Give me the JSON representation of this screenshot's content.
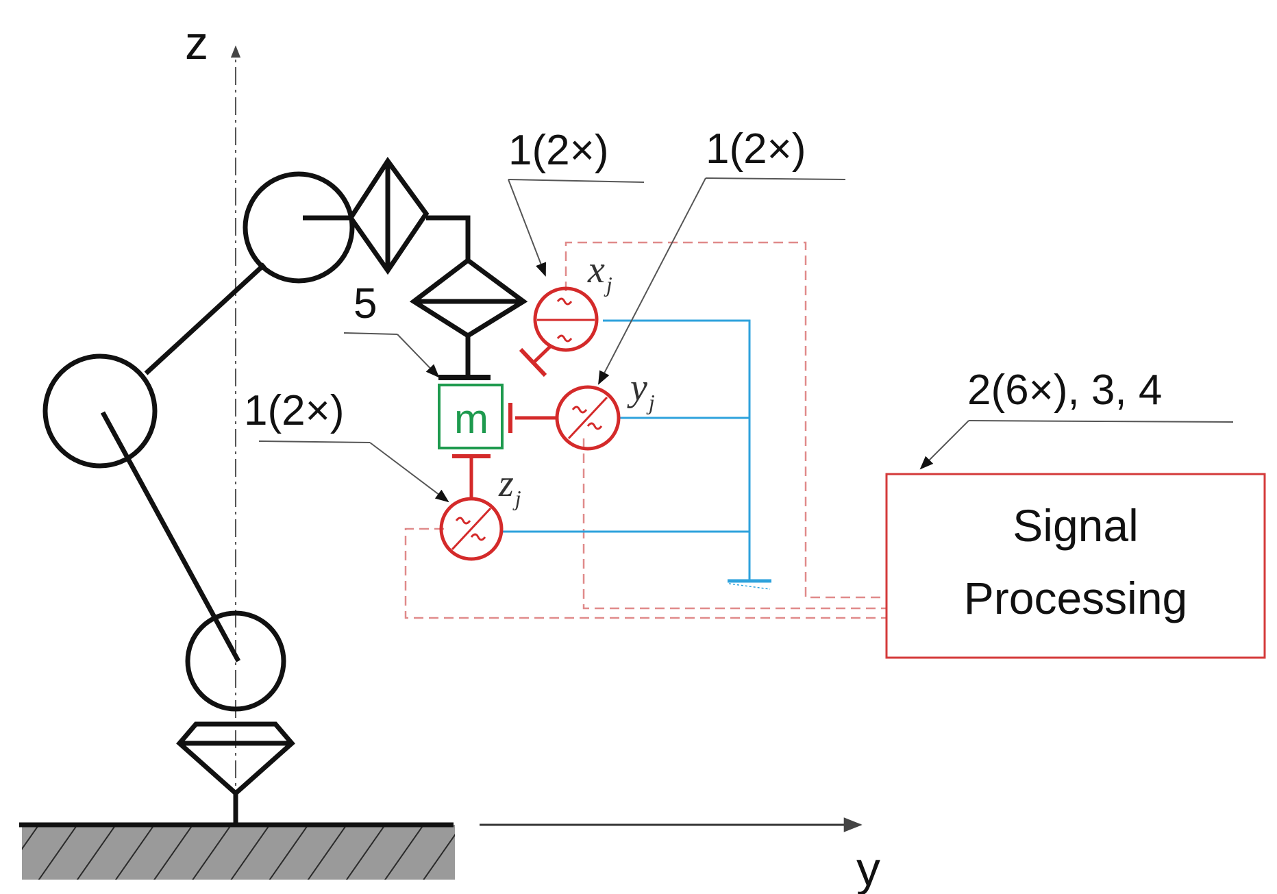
{
  "axes": {
    "z_label": "z",
    "y_label": "y"
  },
  "callouts": {
    "sensor_x_count": "1(2×)",
    "sensor_y_count": "1(2×)",
    "sensor_z_count": "1(2×)",
    "mass_id": "5",
    "processor_ids": "2(6×), 3, 4"
  },
  "sensors": {
    "x": "x",
    "y": "y",
    "z": "z",
    "subscript": "j"
  },
  "mass": {
    "label": "m"
  },
  "processor": {
    "line1": "Signal",
    "line2": "Processing"
  },
  "colors": {
    "structure": "#111111",
    "sensor": "#d42a2a",
    "mass": "#1e9a4e",
    "wiring": "#2ea2dc",
    "signal_link": "#e08a8a",
    "processor_border": "#d43a3a",
    "ground_fill": "#9a9a9a"
  }
}
